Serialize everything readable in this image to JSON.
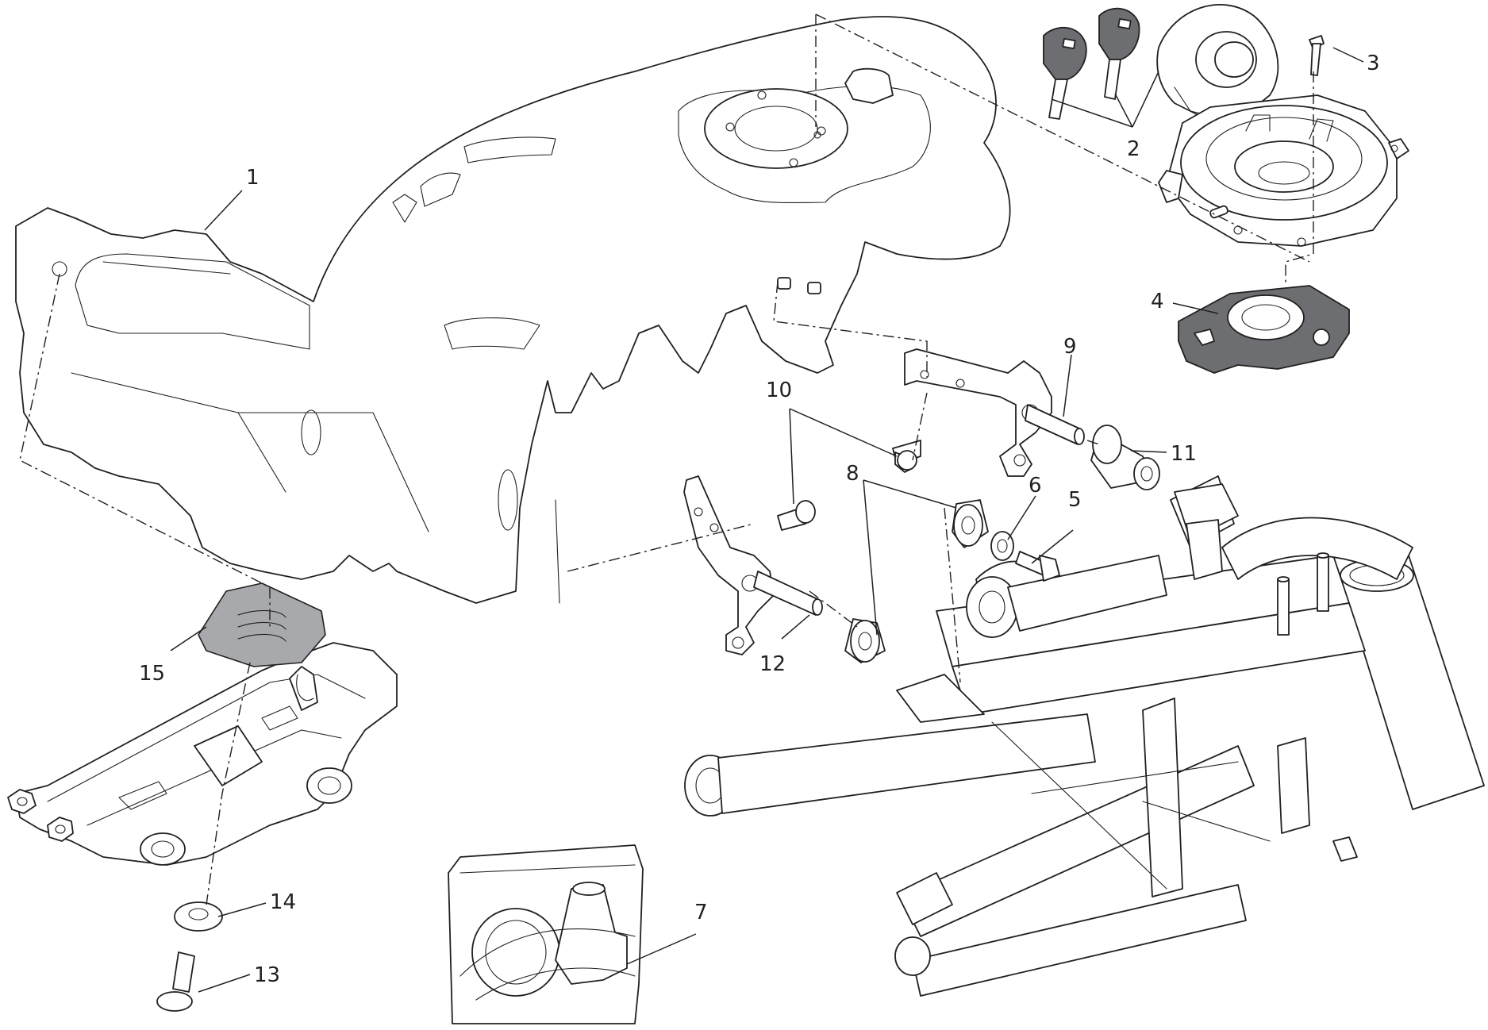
{
  "callouts": [
    {
      "id": "1",
      "label": "1"
    },
    {
      "id": "2",
      "label": "2"
    },
    {
      "id": "3",
      "label": "3"
    },
    {
      "id": "4",
      "label": "4"
    },
    {
      "id": "5",
      "label": "5"
    },
    {
      "id": "6",
      "label": "6"
    },
    {
      "id": "7",
      "label": "7"
    },
    {
      "id": "8",
      "label": "8"
    },
    {
      "id": "9",
      "label": "9"
    },
    {
      "id": "10",
      "label": "10"
    },
    {
      "id": "11",
      "label": "11"
    },
    {
      "id": "12",
      "label": "12"
    },
    {
      "id": "13",
      "label": "13"
    },
    {
      "id": "14",
      "label": "14"
    },
    {
      "id": "15",
      "label": "15"
    }
  ],
  "colors": {
    "line": "#231f20",
    "dark_fill": "#6d6e71",
    "mid_fill": "#a7a9ac",
    "background": "#ffffff"
  }
}
